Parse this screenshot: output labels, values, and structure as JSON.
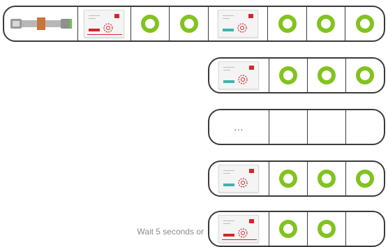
{
  "colors": {
    "ring": "#82c31e",
    "border": "#3a3a3a",
    "card_red": "#d4262d",
    "card_teal": "#3fb3b0"
  },
  "rows": [
    {
      "cells": [
        "lock-cylinder",
        "card-red",
        "ring",
        "ring",
        "card-teal",
        "ring",
        "ring",
        "ring"
      ]
    },
    {
      "cells": [
        "card-teal",
        "ring",
        "ring",
        "ring"
      ]
    },
    {
      "cells": [
        "ellipsis",
        "empty",
        "empty",
        "empty"
      ]
    },
    {
      "cells": [
        "card-teal",
        "ring",
        "ring",
        "ring"
      ]
    },
    {
      "cells": [
        "card-red",
        "ring",
        "ring",
        "empty"
      ]
    }
  ],
  "ellipsis_text": "...",
  "caption": "Wait 5 seconds or"
}
